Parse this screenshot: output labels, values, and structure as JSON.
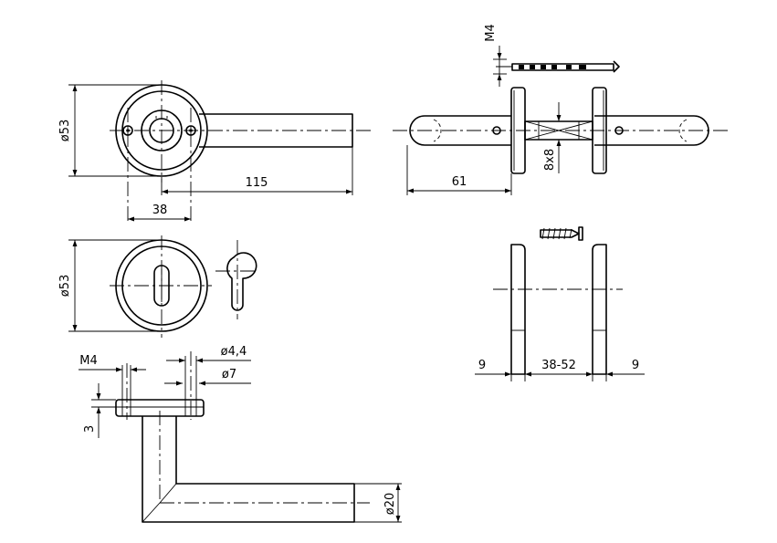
{
  "dimensions": {
    "rose_diameter_top": "ø53",
    "lever_length": "115",
    "screw_spacing": "38",
    "rose_diameter_bottom": "ø53",
    "spindle_thread_top": "M4",
    "spindle_size": "8x8",
    "lever_offset": "61",
    "rose_thickness_left": "9",
    "door_thickness": "38-52",
    "rose_thickness_right": "9",
    "thread_side": "M4",
    "hole_diameter_small": "ø4,4",
    "hole_diameter_large": "ø7",
    "rose_height": "3",
    "lever_diameter": "ø20"
  }
}
